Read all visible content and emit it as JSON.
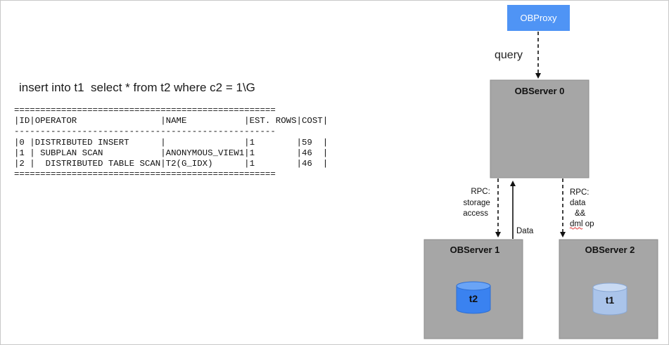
{
  "sql": "insert into t1  select * from t2 where c2 = 1\\G",
  "plan_lines": [
    "==================================================",
    "|ID|OPERATOR                |NAME           |EST. ROWS|COST|",
    "--------------------------------------------------",
    "|0 |DISTRIBUTED INSERT      |               |1        |59  |",
    "|1 | SUBPLAN SCAN           |ANONYMOUS_VIEW1|1        |46  |",
    "|2 |  DISTRIBUTED TABLE SCAN|T2(G_IDX)      |1        |46  |",
    "=================================================="
  ],
  "diagram": {
    "proxy": "OBProxy",
    "query_label": "query",
    "server0": "OBServer 0",
    "server1": "OBServer 1",
    "server2": "OBServer 2",
    "rpc_storage": [
      "RPC:",
      "storage",
      "access"
    ],
    "data_label": "Data",
    "rpc_dml": [
      "RPC:",
      "data",
      "&&",
      "dml op"
    ],
    "table1": "t2",
    "table2": "t1"
  },
  "colors": {
    "proxy_fill": "#4f94f5",
    "server_fill": "#a6a6a6",
    "server_stroke": "#8c8c8c",
    "cyl_t2": "#3a82f0",
    "cyl_t1": "#aac4ea"
  }
}
